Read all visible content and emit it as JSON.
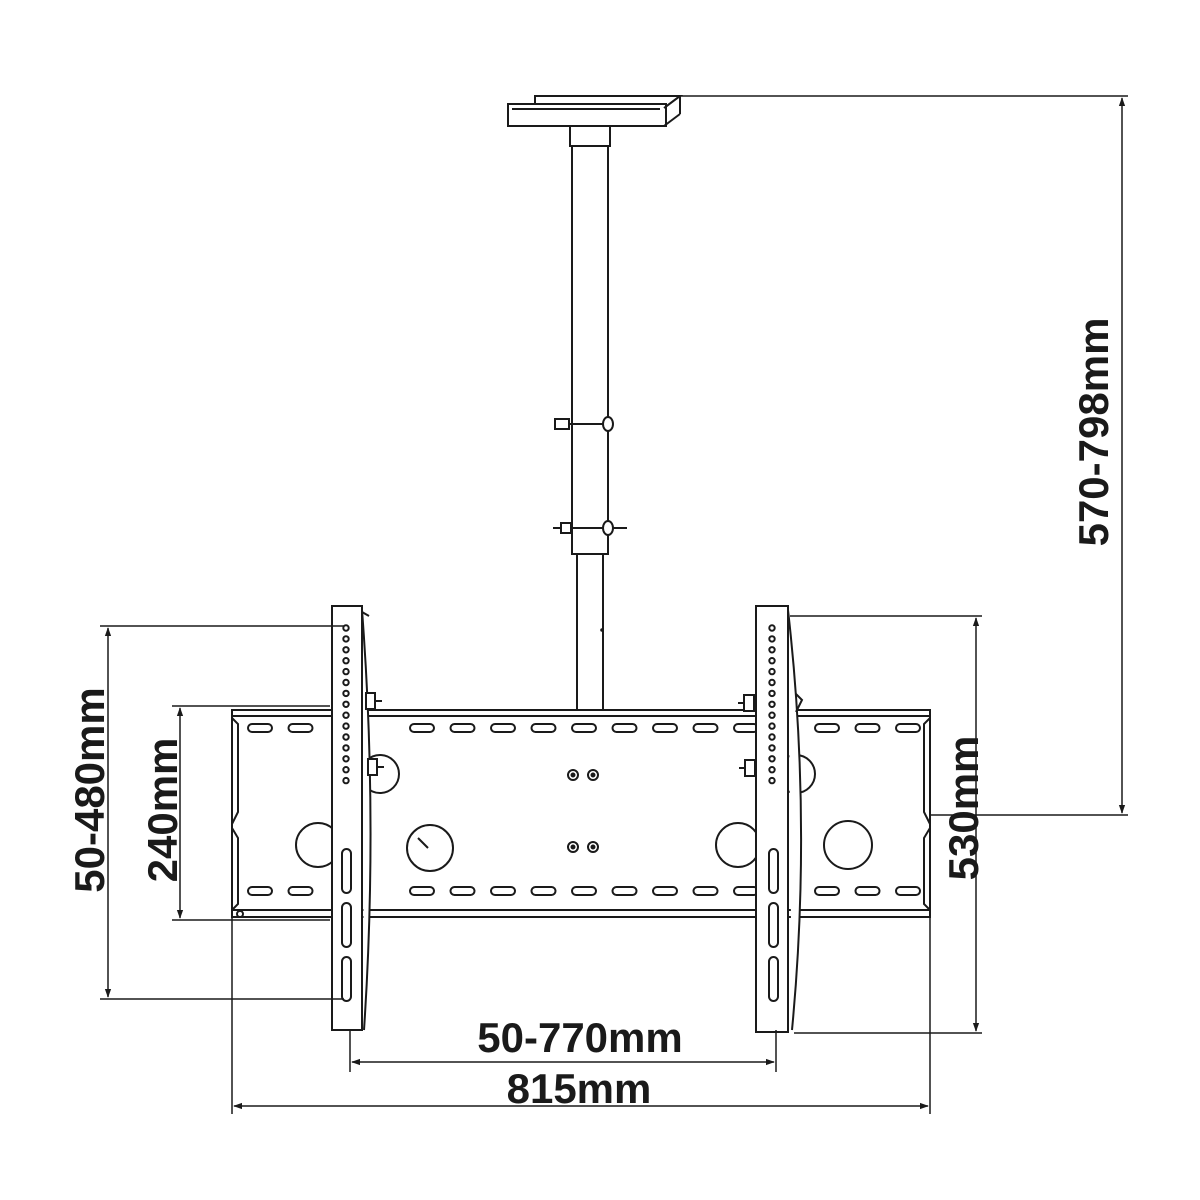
{
  "dimensions": {
    "total_height": "570-798mm",
    "vertical_hole_range": "50-480mm",
    "plate_height": "240mm",
    "arm_height": "530mm",
    "horizontal_hole_range": "50-770mm",
    "plate_width": "815mm"
  },
  "colors": {
    "line": "#1a1a1a",
    "background": "#ffffff"
  }
}
